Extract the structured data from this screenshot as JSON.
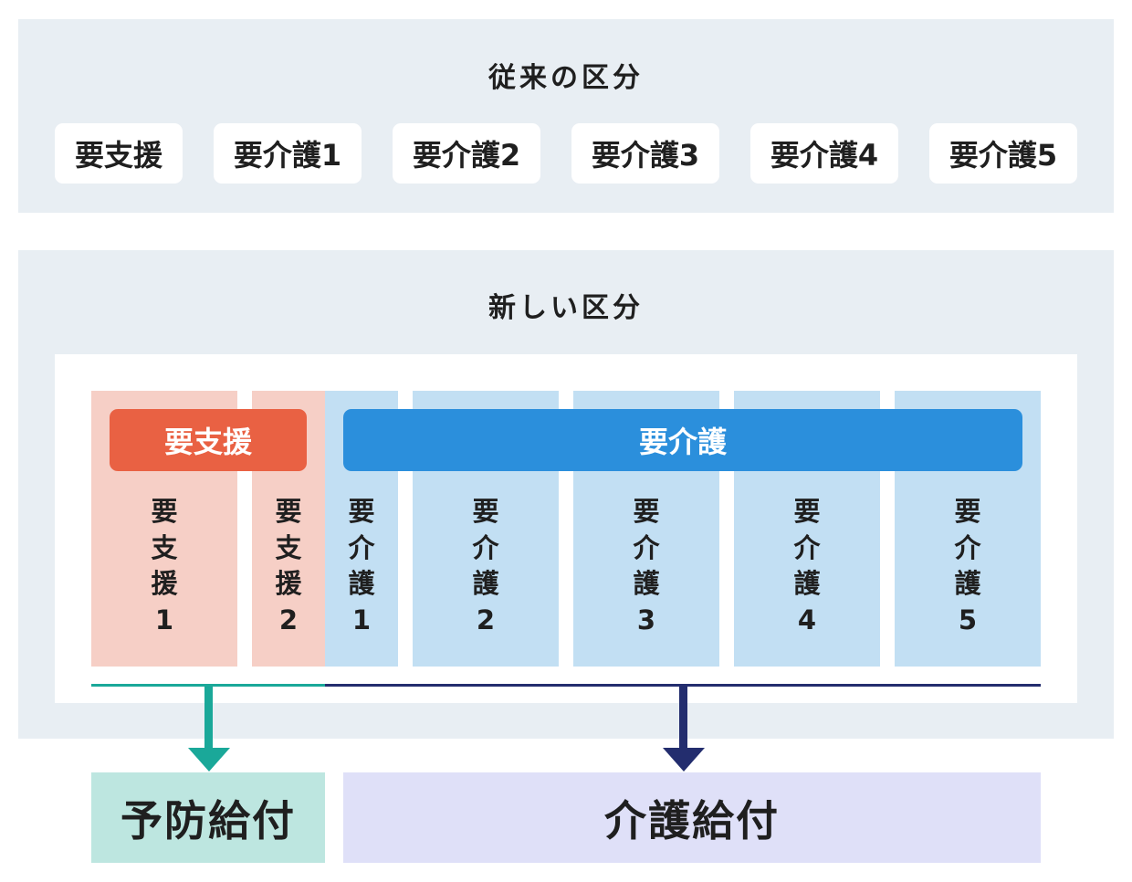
{
  "old_section": {
    "title": "従来の区分",
    "chips": [
      "要支援",
      "要介護1",
      "要介護2",
      "要介護3",
      "要介護4",
      "要介護5"
    ]
  },
  "new_section": {
    "title": "新しい区分",
    "support_bar": "要支援",
    "care_bar": "要介護",
    "columns": [
      {
        "chars": [
          "要",
          "支",
          "援"
        ],
        "num": "1"
      },
      {
        "chars": [
          "要",
          "支",
          "援"
        ],
        "num": "2"
      },
      {
        "chars": [
          "要",
          "介",
          "護"
        ],
        "num": "1"
      },
      {
        "chars": [
          "要",
          "介",
          "護"
        ],
        "num": "2"
      },
      {
        "chars": [
          "要",
          "介",
          "護"
        ],
        "num": "3"
      },
      {
        "chars": [
          "要",
          "介",
          "護"
        ],
        "num": "4"
      },
      {
        "chars": [
          "要",
          "介",
          "護"
        ],
        "num": "5"
      }
    ]
  },
  "outcomes": {
    "prevention": "予防給付",
    "care": "介護給付"
  },
  "colors": {
    "panel_bg": "#e8eef3",
    "support_bar": "#e96143",
    "support_col": "#f6cfc6",
    "care_bar": "#2b8fdc",
    "care_col": "#c2dff3",
    "teal_arrow": "#1aa899",
    "navy_arrow": "#232d6e",
    "prevention_box": "#bde6e0",
    "care_box": "#dfe0f8"
  }
}
